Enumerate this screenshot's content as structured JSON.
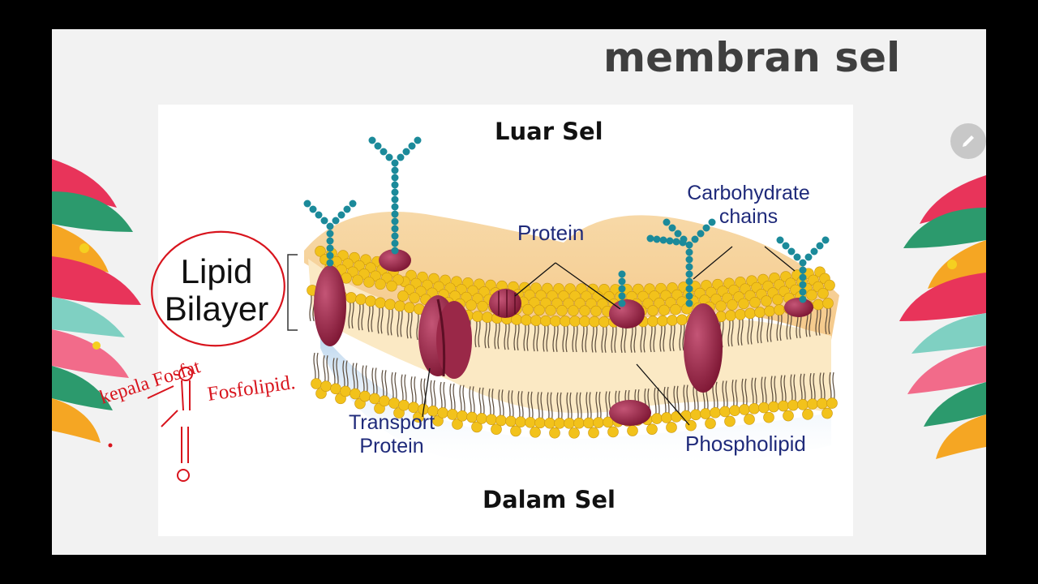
{
  "slide": {
    "title": "membran sel"
  },
  "diagram": {
    "labels": {
      "outside": "Luar Sel",
      "inside": "Dalam Sel",
      "lipid_bilayer": "Lipid Bilayer",
      "protein": "Protein",
      "carbohydrate_chains": "Carbohydrate chains",
      "transport_protein": "Transport Protein",
      "phospholipid": "Phospholipid"
    },
    "colors": {
      "label_blue": "#1f2a7a",
      "head_yellow": "#f2c21b",
      "protein_maroon": "#8e1f3e",
      "sugar_teal": "#1b8a9a",
      "annotation_red": "#d8141d"
    }
  },
  "annotations": {
    "kepala_fosfat": "kepala Fosfat",
    "fosfolipid": "Fosfolipid."
  },
  "toolbar": {
    "edit_icon": "pencil-icon"
  }
}
